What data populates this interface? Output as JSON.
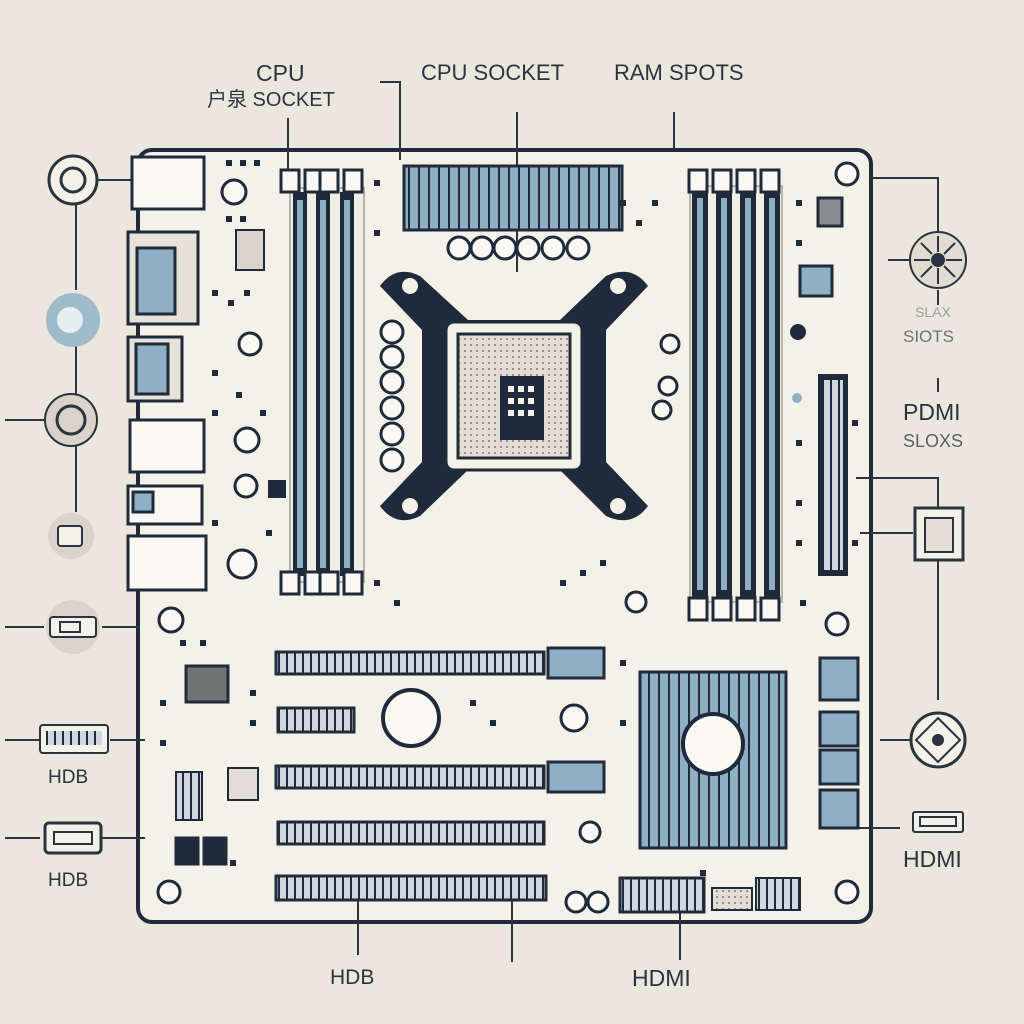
{
  "labels": {
    "cpu": "CPU",
    "cpu_socket_left": "户泉 SOCKET",
    "cpu_socket_top": "CPU SOCKET",
    "ram_spots": "RAM SPOTS",
    "slax": "SLAX",
    "slots_right": "SIOTS",
    "pdmi": "PDMI",
    "sloxs": "SLOXS",
    "hdb_left_1": "HDB",
    "hdb_left_2": "HDB",
    "hdmi_right": "HDMI",
    "hdb_bottom": "HDB",
    "hdmi_bottom": "HDMI"
  },
  "colors": {
    "background": "#ebe7dd",
    "board": "#f4f1e8",
    "outline": "#1f2a3a",
    "accent_blue": "#8fb0c4",
    "cpu_pad": "#d7d3cb"
  },
  "icons": [
    "power-icon",
    "disc-icon",
    "audio-jack-icon",
    "usb-port-icon",
    "ethernet-port-icon",
    "fan-icon",
    "pci-connector-icon",
    "hdmi-port-icon"
  ]
}
